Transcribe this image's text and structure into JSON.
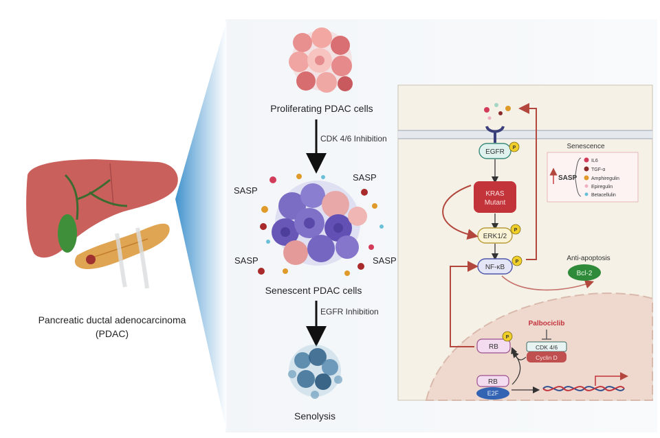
{
  "left_panel": {
    "caption_line1": "Pancreatic ductal adenocarcinoma",
    "caption_line2": "(PDAC)"
  },
  "middle_panel": {
    "proliferating_label": "Proliferating PDAC cells",
    "cdk_inhibition_label": "CDK 4/6 Inhibition",
    "senescent_label": "Senescent PDAC cells",
    "egfr_inhibition_label": "EGFR Inhibition",
    "senolysis_label": "Senolysis",
    "sasp_labels": [
      "SASP",
      "SASP",
      "SASP",
      "SASP"
    ]
  },
  "right_panel": {
    "receptor": "EGFR",
    "kras": "KRAS",
    "kras_sub": "Mutant",
    "erk": "ERK1/2",
    "nfkb": "NF-κB",
    "anti_apoptosis": "Anti-apoptosis",
    "bcl2": "Bcl-2",
    "phospho": "P",
    "senescence_title": "Senescence",
    "sasp_key": "SASP",
    "sasp_factors": [
      "IL6",
      "TGF-α",
      "Amphiregulin",
      "Epiregulin",
      "Betacellulin"
    ],
    "palbociclib": "Palbociclib",
    "rb_top": "RB",
    "cdk46": "CDK 4/6",
    "cyclin_d": "Cyclin D",
    "rb_bottom": "RB",
    "e2f": "E2F"
  },
  "colors": {
    "panel_bg": "#f5f1e6",
    "nucleus": "#efd9cf",
    "kras_red": "#c3333a",
    "bcl2_green": "#2f8a3a",
    "arrow_red": "#b3473e",
    "e2f_blue": "#3363b3",
    "cyclin_red": "#c05050"
  }
}
